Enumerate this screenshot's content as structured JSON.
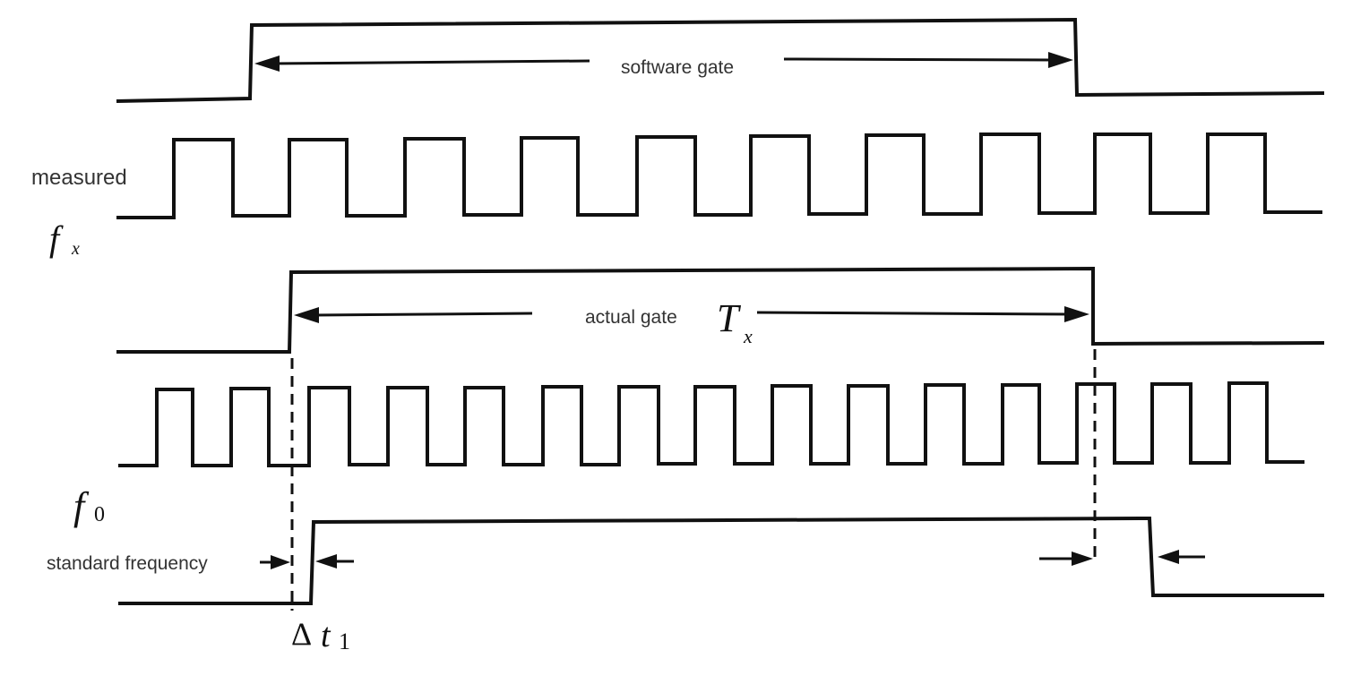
{
  "labels": {
    "software_gate": "software gate",
    "measured": "measured",
    "fx_symbol": "f",
    "fx_subscript": "x",
    "actual_gate": "actual gate",
    "Tx_symbol": "T",
    "Tx_subscript": "x",
    "f0_symbol": "f",
    "f0_subscript": "0",
    "standard_frequency": "standard frequency",
    "delta_t1_delta": "Δ",
    "delta_t1_symbol": "t",
    "delta_t1_subscript": "1"
  },
  "colors": {
    "line": "#111111",
    "text": "#333333",
    "background": "#ffffff"
  }
}
